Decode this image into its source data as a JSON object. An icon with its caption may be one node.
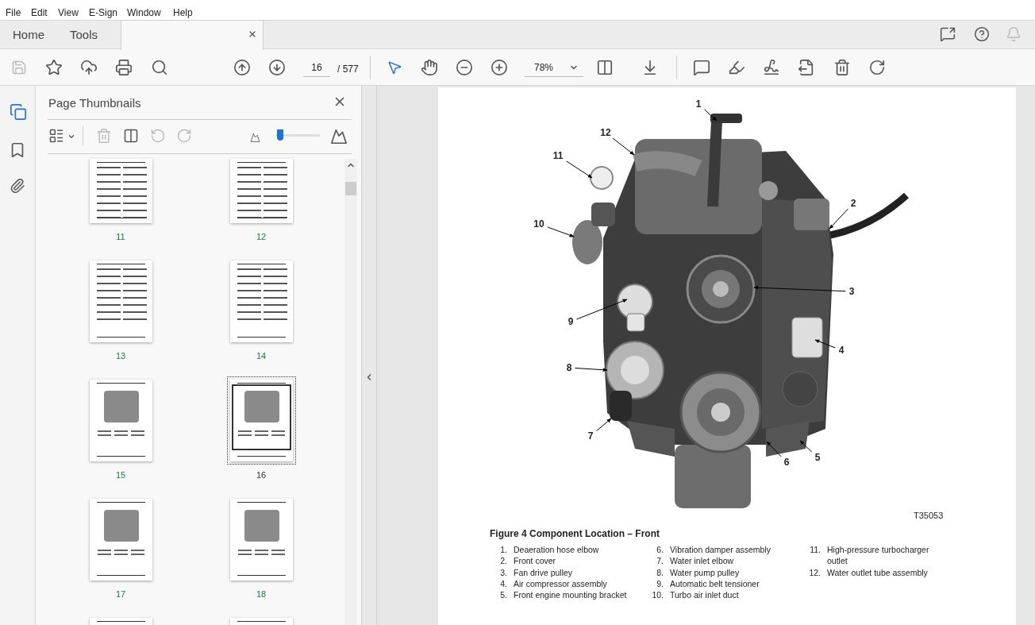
{
  "diagram": {
    "caption": "Figure 4 Component Location – Front",
    "nodes": [
      {
        "text": [
          "1"
        ]
      },
      {
        "text": [
          "2"
        ]
      },
      {
        "text": [
          "3"
        ]
      },
      {
        "text": [
          "4"
        ]
      },
      {
        "text": [
          "5"
        ]
      },
      {
        "text": [
          "6"
        ]
      },
      {
        "text": [
          "7"
        ]
      },
      {
        "text": [
          "8"
        ]
      },
      {
        "text": [
          "9"
        ]
      },
      {
        "text": [
          "10"
        ]
      },
      {
        "text": [
          "11"
        ]
      },
      {
        "text": [
          "12"
        ]
      }
    ],
    "edges": [
      {
        "from": 0,
        "to": null,
        "arrow": "to"
      },
      {
        "from": 1,
        "to": null,
        "arrow": "to"
      },
      {
        "from": 2,
        "to": null,
        "arrow": "to"
      },
      {
        "from": 3,
        "to": null,
        "arrow": "to"
      },
      {
        "from": 4,
        "to": null,
        "arrow": "to"
      },
      {
        "from": 5,
        "to": null,
        "arrow": "to"
      },
      {
        "from": 6,
        "to": null,
        "arrow": "to"
      },
      {
        "from": 7,
        "to": null,
        "arrow": "to"
      },
      {
        "from": 8,
        "to": null,
        "arrow": "to"
      },
      {
        "from": 9,
        "to": null,
        "arrow": "to"
      },
      {
        "from": 10,
        "to": null,
        "arrow": "to"
      },
      {
        "from": 11,
        "to": null,
        "arrow": "to"
      }
    ],
    "labels": [
      "File",
      "Edit",
      "View",
      "E-Sign",
      "Window",
      "Help",
      "Home",
      "Tools",
      "16",
      "/ 577",
      "78%",
      "Page Thumbnails",
      "11",
      "12",
      "13",
      "14",
      "15",
      "16",
      "17",
      "18",
      "T35053",
      "1.",
      "Deaeration hose elbow",
      "2.",
      "Front cover",
      "3.",
      "Fan drive pulley",
      "4.",
      "Air compressor assembly",
      "5.",
      "Front engine mounting bracket",
      "6.",
      "Vibration damper assembly",
      "7.",
      "Water inlet elbow",
      "8.",
      "Water pump pulley",
      "9.",
      "Automatic belt tensioner",
      "10.",
      "Turbo air inlet duct",
      "11.",
      "High-pressure turbocharger outlet",
      "12.",
      "Water outlet tube assembly"
    ]
  }
}
